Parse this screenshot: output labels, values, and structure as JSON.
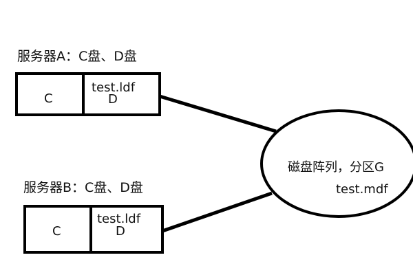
{
  "server_a": {
    "title": "服务器A：C盘、D盘",
    "drive_c": "C",
    "drive_d": "D",
    "log_file": "test.ldf"
  },
  "server_b": {
    "title": "服务器B：C盘、D盘",
    "drive_c": "C",
    "drive_d": "D",
    "log_file": "test.ldf"
  },
  "disk_array": {
    "title": "磁盘阵列，分区G",
    "data_file": "test.mdf"
  }
}
